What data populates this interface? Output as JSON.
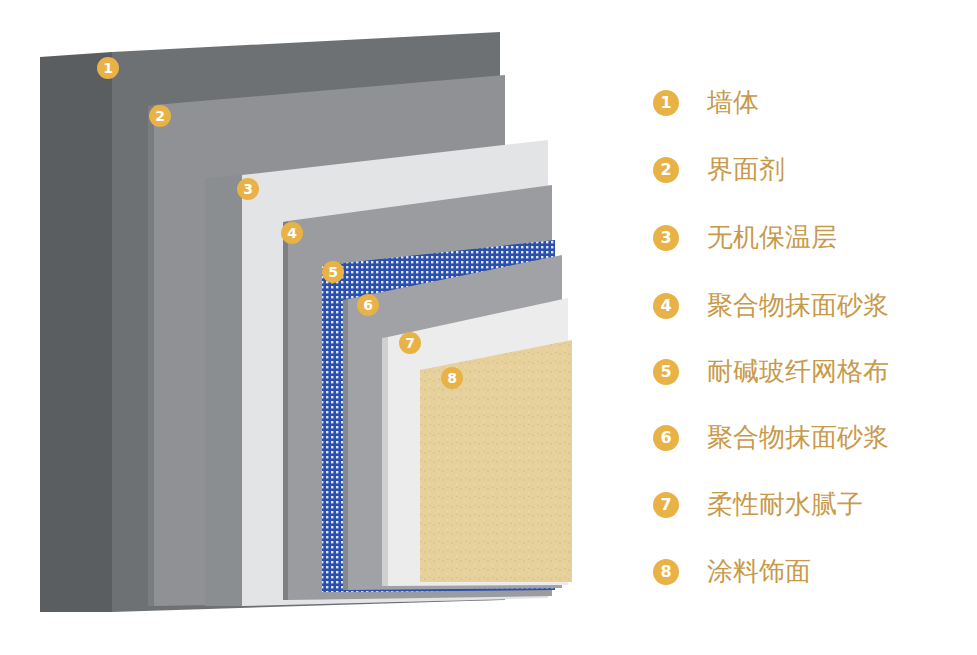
{
  "diagram": {
    "nodes": [
      {
        "text": [
          "1"
        ]
      },
      {
        "text": [
          "2"
        ]
      },
      {
        "text": [
          "3"
        ]
      },
      {
        "text": [
          "4"
        ]
      },
      {
        "text": [
          "5"
        ]
      },
      {
        "text": [
          "6"
        ]
      },
      {
        "text": [
          "7"
        ]
      },
      {
        "text": [
          "8"
        ]
      },
      {
        "text": [
          "1"
        ]
      },
      {
        "text": [
          "2"
        ]
      },
      {
        "text": [
          "3"
        ]
      },
      {
        "text": [
          "4"
        ]
      },
      {
        "text": [
          "5"
        ]
      },
      {
        "text": [
          "6"
        ]
      },
      {
        "text": [
          "7"
        ]
      },
      {
        "text": [
          "8"
        ]
      }
    ],
    "labels": [
      "墙体",
      "界面剂",
      "无机保温层",
      "聚合物抹面砂浆",
      "耐碱玻纤网格布",
      "聚合物抹面砂浆",
      "柔性耐水腻子",
      "涂料饰面"
    ]
  }
}
